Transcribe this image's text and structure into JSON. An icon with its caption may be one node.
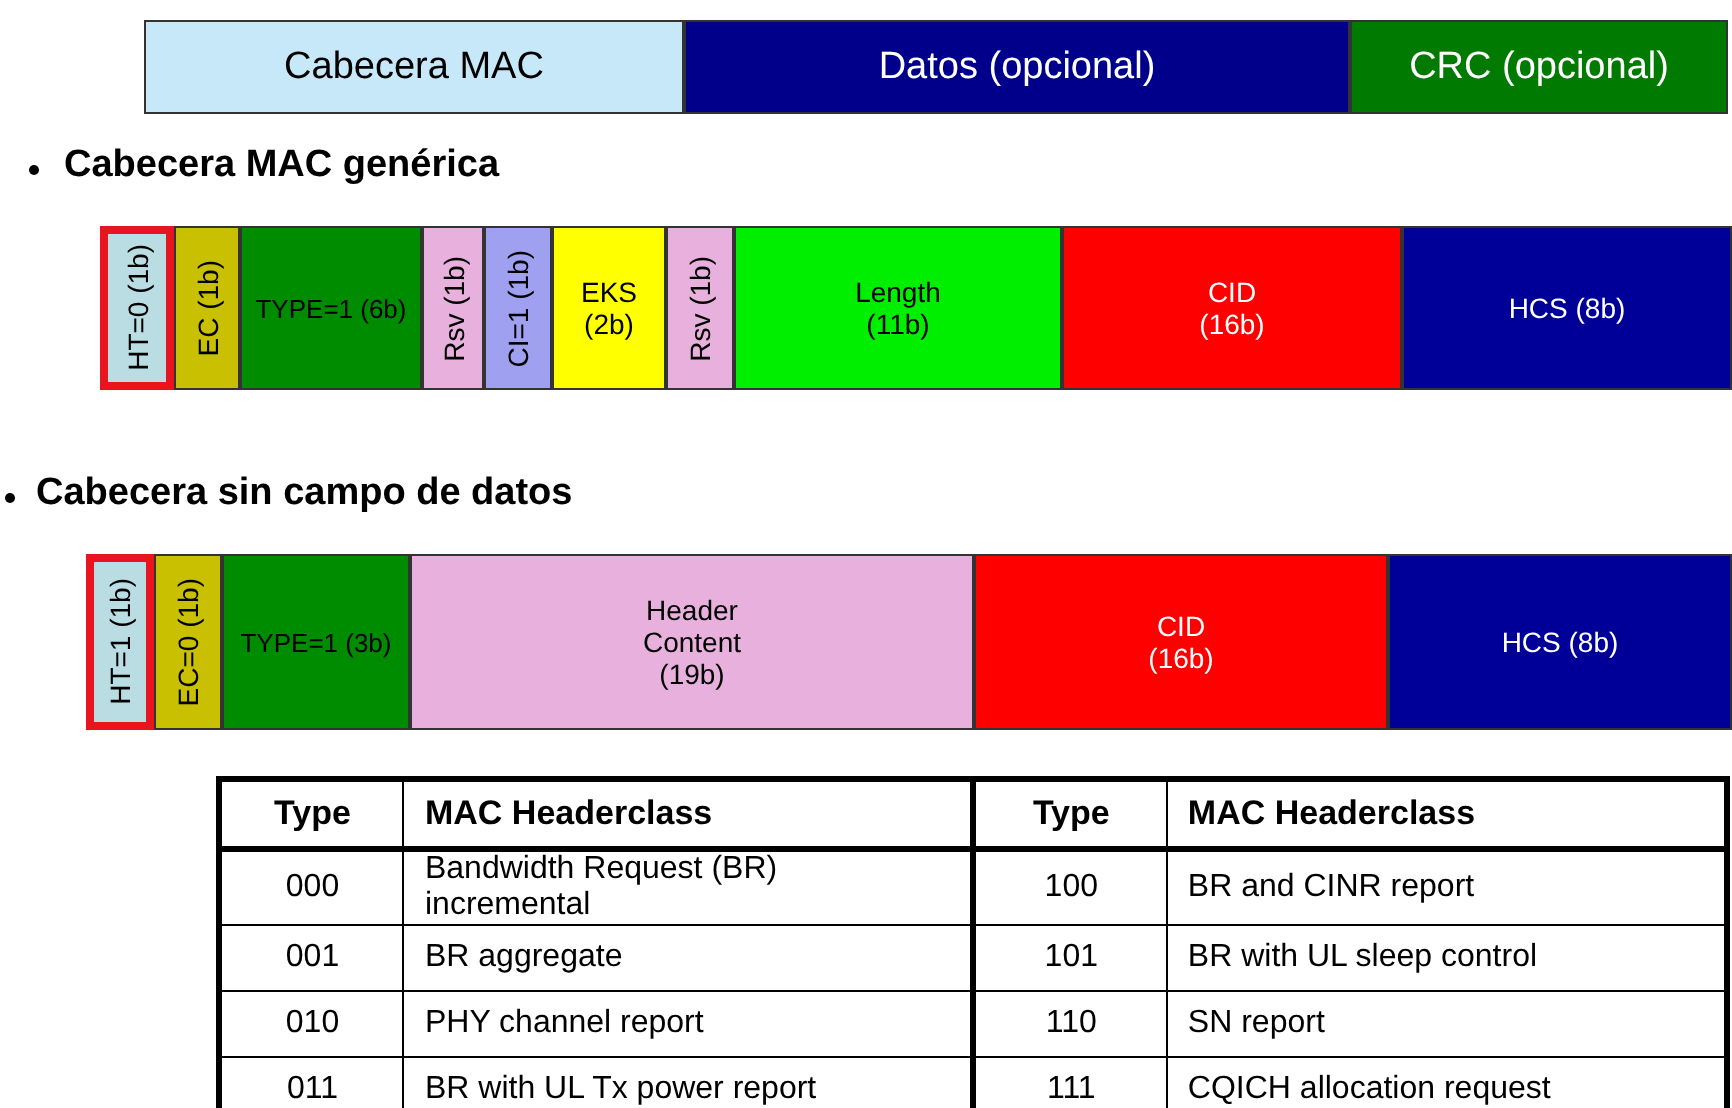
{
  "diagram": {
    "nodes": [
      {
        "text": [
          "Cabecera MAC"
        ]
      },
      {
        "text": [
          "Datos (opcional)"
        ]
      },
      {
        "text": [
          "CRC (opcional)"
        ]
      },
      {
        "text": [
          "HT=0 (1b)"
        ]
      },
      {
        "text": [
          "EC (1b)"
        ]
      },
      {
        "text": [
          "TYPE=1 (6b)"
        ]
      },
      {
        "text": [
          "Rsv (1b)"
        ]
      },
      {
        "text": [
          "CI=1 (1b)"
        ]
      },
      {
        "text": [
          "EKS (2b)"
        ]
      },
      {
        "text": [
          "Rsv (1b)"
        ]
      },
      {
        "text": [
          "Length (11b)"
        ]
      },
      {
        "text": [
          "CID (16b)"
        ]
      },
      {
        "text": [
          "HCS (8b)"
        ]
      },
      {
        "text": [
          "HT=1 (1b)"
        ]
      },
      {
        "text": [
          "EC=0 (1b)"
        ]
      },
      {
        "text": [
          "TYPE=1 (3b)"
        ]
      },
      {
        "text": [
          "Header Content (19b)"
        ]
      },
      {
        "text": [
          "CID (16b)"
        ]
      },
      {
        "text": [
          "HCS (8b)"
        ]
      }
    ],
    "labels": [
      "Cabecera MAC genérica",
      "Cabecera sin campo de datos",
      "Type",
      "MAC Headerclass",
      "Type",
      "MAC Headerclass",
      "000",
      "Bandwidth Request (BR) incremental",
      "100",
      "BR and CINR report",
      "001",
      "BR aggregate",
      "101",
      "BR with UL sleep control",
      "010",
      "PHY channel report",
      "110",
      "SN report",
      "011",
      "BR with UL Tx power report",
      "111",
      "CQICH allocation request"
    ]
  }
}
